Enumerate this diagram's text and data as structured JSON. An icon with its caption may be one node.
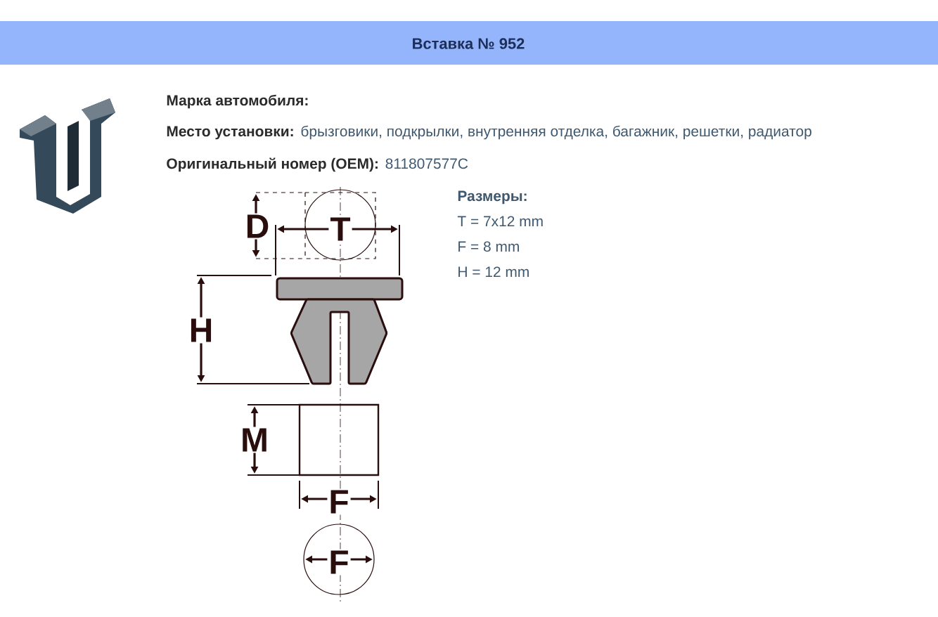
{
  "diagram": {
    "title": "Вставка № 952",
    "labels": [
      "Марка автомобиля:",
      "Место установки:",
      "брызговики, подкрылки, внутренняя отделка, багажник, решетки, радиатор",
      "Оригинальный номер (OEM):",
      "811807577C",
      "Размеры:",
      "T = 7x12 mm",
      "F = 8 mm",
      "H = 12 mm",
      "D",
      "T",
      "H",
      "M",
      "F",
      "F"
    ]
  }
}
